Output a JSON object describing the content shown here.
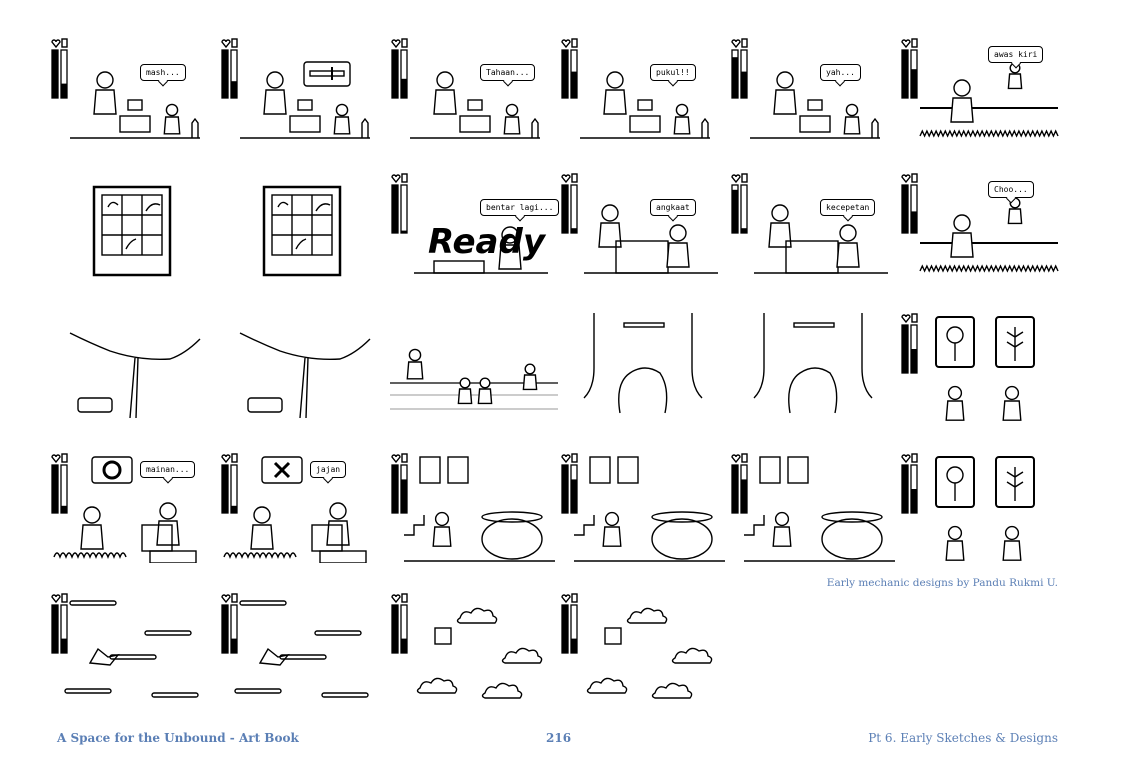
{
  "panels": [
    {
      "scene": "smith",
      "bubble": "mash...",
      "meters": [
        1,
        0.3
      ]
    },
    {
      "scene": "smith",
      "bubble_icon": "slider",
      "meters": [
        1,
        0.35
      ]
    },
    {
      "scene": "smith",
      "bubble": "Tahaan...",
      "meters": [
        1,
        0.4
      ]
    },
    {
      "scene": "smith",
      "bubble": "pukul!!",
      "meters": [
        1,
        0.55
      ]
    },
    {
      "scene": "smith-broken",
      "bubble": "yah...",
      "meters": [
        0.85,
        0.55
      ]
    },
    {
      "scene": "field",
      "bubble": "awas kiri",
      "meters": [
        1,
        0.6
      ]
    },
    {
      "scene": "puzzle"
    },
    {
      "scene": "puzzle"
    },
    {
      "scene": "ready",
      "bubble": "bentar lagi...",
      "ready_text": "Ready",
      "meters": [
        1,
        0.05
      ]
    },
    {
      "scene": "box",
      "bubble": "angkaat",
      "meters": [
        1,
        0.1
      ]
    },
    {
      "scene": "box",
      "bubble": "kecepetan",
      "meters": [
        0.9,
        0.1
      ]
    },
    {
      "scene": "field",
      "bubble": "Choo...",
      "meters": [
        1,
        0.45
      ]
    },
    {
      "scene": "tree"
    },
    {
      "scene": "tree"
    },
    {
      "scene": "walk"
    },
    {
      "scene": "hands"
    },
    {
      "scene": "hands"
    },
    {
      "scene": "cards",
      "meters": [
        1,
        0.5
      ]
    },
    {
      "scene": "kids",
      "bubble": "mainan...",
      "bubble_icon": "circle",
      "meters": [
        1,
        0.15
      ]
    },
    {
      "scene": "kids",
      "bubble": "jajan",
      "bubble_icon": "cross",
      "meters": [
        1,
        0.15
      ]
    },
    {
      "scene": "cauldron",
      "meters": [
        1,
        0.7
      ]
    },
    {
      "scene": "cauldron",
      "meters": [
        1,
        0.7
      ]
    },
    {
      "scene": "cauldron",
      "meters": [
        1,
        0.7
      ]
    },
    {
      "scene": "cards",
      "meters": [
        1,
        0.5
      ]
    },
    {
      "scene": "clouds-platform",
      "meters": [
        1,
        0.3
      ]
    },
    {
      "scene": "clouds-platform",
      "meters": [
        1,
        0.3
      ]
    },
    {
      "scene": "clouds",
      "meters": [
        1,
        0.3
      ]
    },
    {
      "scene": "clouds",
      "meters": [
        1,
        0.3
      ]
    }
  ],
  "caption": "Early mechanic designs by Pandu Rukmi U.",
  "footer": {
    "title": "A Space for the Unbound - Art Book",
    "page": "216",
    "section": "Pt 6. Early Sketches & Designs"
  },
  "colors": {
    "accent": "#5b7fb5"
  }
}
